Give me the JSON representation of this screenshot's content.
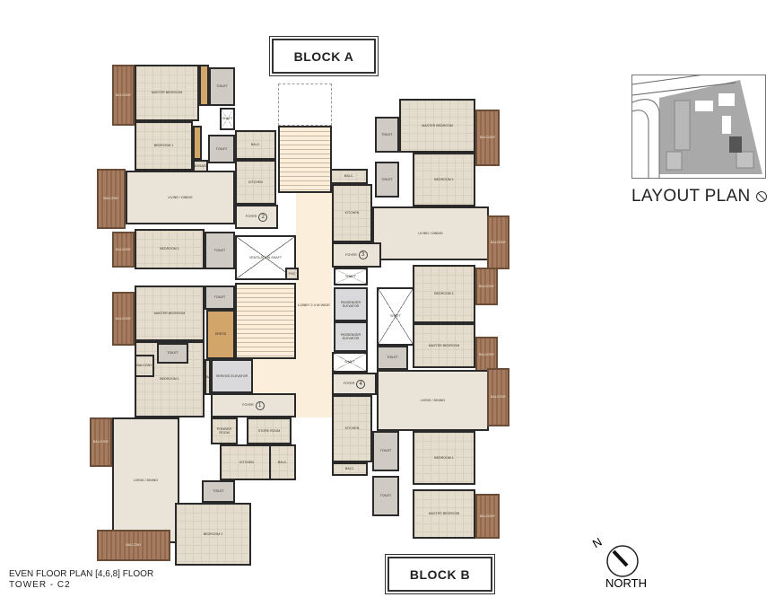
{
  "blocks": {
    "a": "BLOCK A",
    "b": "BLOCK B"
  },
  "layout_plan": {
    "title": "LAYOUT PLAN"
  },
  "plan_title": {
    "line1": "EVEN FLOOR PLAN [4,6,8] FLOOR",
    "line2": "TOWER - C2"
  },
  "compass": {
    "letter": "N",
    "label": "NORTH"
  },
  "core": {
    "lobby": "LOBBY 2.4 M WIDE",
    "passenger_elevator": "PASSENGER ELEVATOR",
    "service_elevator": "SERVICE ELEVATOR",
    "ventilation_shaft": "VENTILATION SHAFT",
    "fhc": "FHC",
    "shaft": "SHAFT"
  },
  "rooms": {
    "master_bedroom": "MASTER BEDROOM",
    "bedroom1": "BEDROOM 1",
    "bedroom2": "BEDROOM 2",
    "living": "LIVING / DINING",
    "kitchen": "KITCHEN",
    "toilet": "TOILET",
    "balcony": "BALCONY",
    "balc": "BALC.",
    "foyer": "FOYER",
    "passage": "PASSAGE",
    "dress": "DRESS",
    "powder": "POWDER ROOM",
    "store": "STORE ROOM"
  },
  "foyer_numbers": [
    "1",
    "2",
    "3",
    "4"
  ]
}
